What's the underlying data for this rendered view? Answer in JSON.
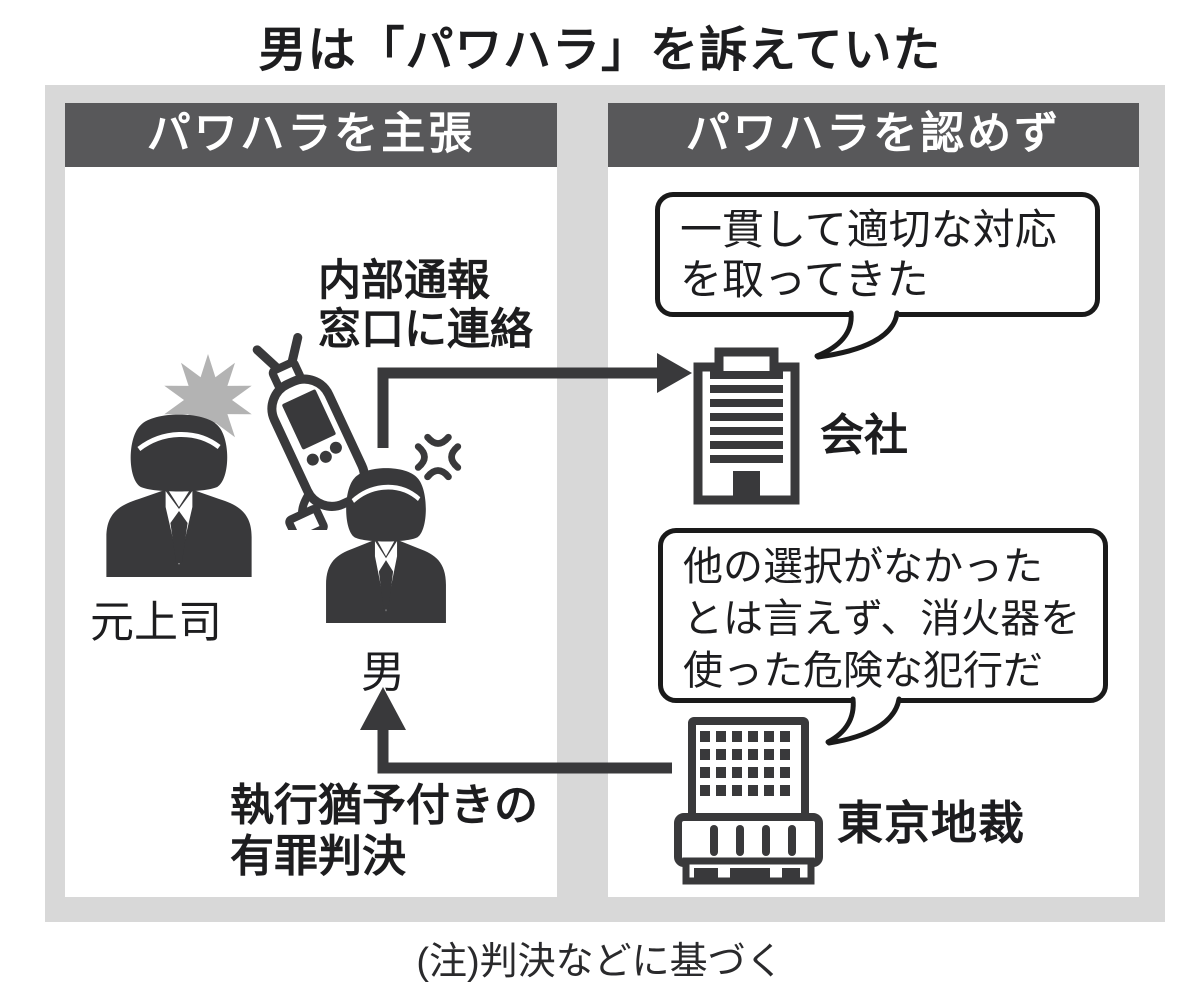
{
  "title": "男は「パワハラ」を訴えていた",
  "note": "(注)判決などに基づく",
  "left_panel": {
    "header": "パワハラを主張",
    "report_label": "内部通報\n窓口に連絡",
    "boss_label": "元上司",
    "man_label": "男",
    "verdict_label": "執行猶予付きの\n有罪判決"
  },
  "right_panel": {
    "header": "パワハラを認めず",
    "company_bubble": "一貫して適切な対応\nを取ってきた",
    "company_label": "会社",
    "court_bubble": "他の選択がなかった\nとは言えず、消火器を\n使った危険な犯行だ",
    "court_label": "東京地裁"
  },
  "icons": {
    "boss": "businessman-silhouette-icon",
    "man": "businessman-silhouette-icon",
    "extinguisher": "fire-extinguisher-icon",
    "impact": "impact-starburst-icon",
    "anger": "anger-mark-icon",
    "company": "office-building-icon",
    "court": "courthouse-building-icon",
    "report_arrow": "elbow-arrow-right",
    "verdict_arrow": "elbow-arrow-up"
  },
  "colors": {
    "container_bg": "#d8d8d8",
    "header_bg": "#58585a",
    "header_text": "#ffffff",
    "icon_dark": "#39393b",
    "starburst": "#b3b3b3",
    "line": "#1a1a1a",
    "text": "#1d1d1f"
  }
}
